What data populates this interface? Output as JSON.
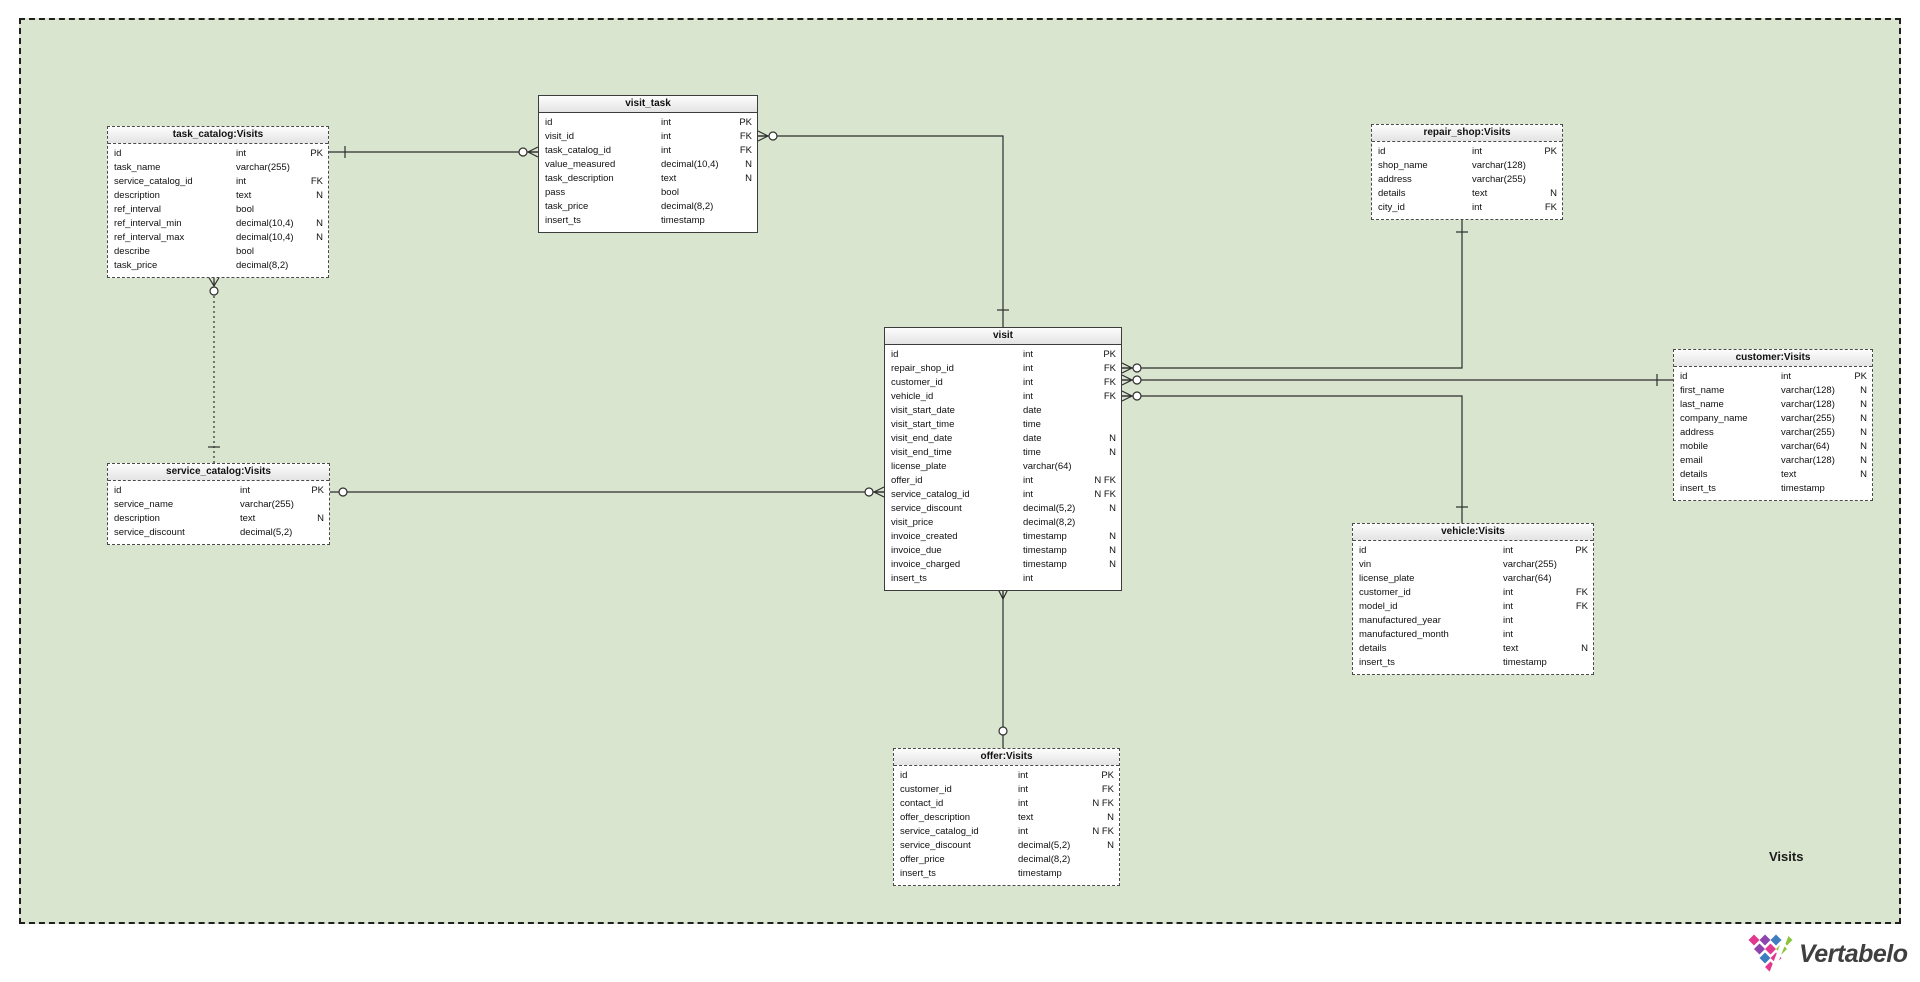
{
  "diagram": {
    "area_label": "Visits",
    "brand": "Vertabelo",
    "colors": {
      "canvas": "#d9e5ce",
      "table_bg": "#ffffff",
      "table_header_bg": "#ebebeb",
      "line": "#2e2e2e",
      "logo_pink": "#e0398e",
      "logo_purple": "#8e44ad",
      "logo_blue": "#3e7dc0",
      "logo_green": "#8bc53f"
    }
  },
  "tables": [
    {
      "id": "task_catalog",
      "title": "task_catalog:Visits",
      "border": "dashed",
      "columns": [
        {
          "name": "id",
          "type": "int",
          "flags": "PK"
        },
        {
          "name": "task_name",
          "type": "varchar(255)",
          "flags": ""
        },
        {
          "name": "service_catalog_id",
          "type": "int",
          "flags": "FK"
        },
        {
          "name": "description",
          "type": "text",
          "flags": "N"
        },
        {
          "name": "ref_interval",
          "type": "bool",
          "flags": ""
        },
        {
          "name": "ref_interval_min",
          "type": "decimal(10,4)",
          "flags": "N"
        },
        {
          "name": "ref_interval_max",
          "type": "decimal(10,4)",
          "flags": "N"
        },
        {
          "name": "describe",
          "type": "bool",
          "flags": ""
        },
        {
          "name": "task_price",
          "type": "decimal(8,2)",
          "flags": ""
        }
      ]
    },
    {
      "id": "visit_task",
      "title": "visit_task",
      "border": "solid",
      "columns": [
        {
          "name": "id",
          "type": "int",
          "flags": "PK"
        },
        {
          "name": "visit_id",
          "type": "int",
          "flags": "FK"
        },
        {
          "name": "task_catalog_id",
          "type": "int",
          "flags": "FK"
        },
        {
          "name": "value_measured",
          "type": "decimal(10,4)",
          "flags": "N"
        },
        {
          "name": "task_description",
          "type": "text",
          "flags": "N"
        },
        {
          "name": "pass",
          "type": "bool",
          "flags": ""
        },
        {
          "name": "task_price",
          "type": "decimal(8,2)",
          "flags": ""
        },
        {
          "name": "insert_ts",
          "type": "timestamp",
          "flags": ""
        }
      ]
    },
    {
      "id": "repair_shop",
      "title": "repair_shop:Visits",
      "border": "dashed",
      "columns": [
        {
          "name": "id",
          "type": "int",
          "flags": "PK"
        },
        {
          "name": "shop_name",
          "type": "varchar(128)",
          "flags": ""
        },
        {
          "name": "address",
          "type": "varchar(255)",
          "flags": ""
        },
        {
          "name": "details",
          "type": "text",
          "flags": "N"
        },
        {
          "name": "city_id",
          "type": "int",
          "flags": "FK"
        }
      ]
    },
    {
      "id": "visit",
      "title": "visit",
      "border": "solid",
      "columns": [
        {
          "name": "id",
          "type": "int",
          "flags": "PK"
        },
        {
          "name": "repair_shop_id",
          "type": "int",
          "flags": "FK"
        },
        {
          "name": "customer_id",
          "type": "int",
          "flags": "FK"
        },
        {
          "name": "vehicle_id",
          "type": "int",
          "flags": "FK"
        },
        {
          "name": "visit_start_date",
          "type": "date",
          "flags": ""
        },
        {
          "name": "visit_start_time",
          "type": "time",
          "flags": ""
        },
        {
          "name": "visit_end_date",
          "type": "date",
          "flags": "N"
        },
        {
          "name": "visit_end_time",
          "type": "time",
          "flags": "N"
        },
        {
          "name": "license_plate",
          "type": "varchar(64)",
          "flags": ""
        },
        {
          "name": "offer_id",
          "type": "int",
          "flags": "N FK"
        },
        {
          "name": "service_catalog_id",
          "type": "int",
          "flags": "N FK"
        },
        {
          "name": "service_discount",
          "type": "decimal(5,2)",
          "flags": "N"
        },
        {
          "name": "visit_price",
          "type": "decimal(8,2)",
          "flags": ""
        },
        {
          "name": "invoice_created",
          "type": "timestamp",
          "flags": "N"
        },
        {
          "name": "invoice_due",
          "type": "timestamp",
          "flags": "N"
        },
        {
          "name": "invoice_charged",
          "type": "timestamp",
          "flags": "N"
        },
        {
          "name": "insert_ts",
          "type": "int",
          "flags": ""
        }
      ]
    },
    {
      "id": "customer",
      "title": "customer:Visits",
      "border": "dashed",
      "columns": [
        {
          "name": "id",
          "type": "int",
          "flags": "PK"
        },
        {
          "name": "first_name",
          "type": "varchar(128)",
          "flags": "N"
        },
        {
          "name": "last_name",
          "type": "varchar(128)",
          "flags": "N"
        },
        {
          "name": "company_name",
          "type": "varchar(255)",
          "flags": "N"
        },
        {
          "name": "address",
          "type": "varchar(255)",
          "flags": "N"
        },
        {
          "name": "mobile",
          "type": "varchar(64)",
          "flags": "N"
        },
        {
          "name": "email",
          "type": "varchar(128)",
          "flags": "N"
        },
        {
          "name": "details",
          "type": "text",
          "flags": "N"
        },
        {
          "name": "insert_ts",
          "type": "timestamp",
          "flags": ""
        }
      ]
    },
    {
      "id": "service_catalog",
      "title": "service_catalog:Visits",
      "border": "dashed",
      "columns": [
        {
          "name": "id",
          "type": "int",
          "flags": "PK"
        },
        {
          "name": "service_name",
          "type": "varchar(255)",
          "flags": ""
        },
        {
          "name": "description",
          "type": "text",
          "flags": "N"
        },
        {
          "name": "service_discount",
          "type": "decimal(5,2)",
          "flags": ""
        }
      ]
    },
    {
      "id": "vehicle",
      "title": "vehicle:Visits",
      "border": "dashed",
      "columns": [
        {
          "name": "id",
          "type": "int",
          "flags": "PK"
        },
        {
          "name": "vin",
          "type": "varchar(255)",
          "flags": ""
        },
        {
          "name": "license_plate",
          "type": "varchar(64)",
          "flags": ""
        },
        {
          "name": "customer_id",
          "type": "int",
          "flags": "FK"
        },
        {
          "name": "model_id",
          "type": "int",
          "flags": "FK"
        },
        {
          "name": "manufactured_year",
          "type": "int",
          "flags": ""
        },
        {
          "name": "manufactured_month",
          "type": "int",
          "flags": ""
        },
        {
          "name": "details",
          "type": "text",
          "flags": "N"
        },
        {
          "name": "insert_ts",
          "type": "timestamp",
          "flags": ""
        }
      ]
    },
    {
      "id": "offer",
      "title": "offer:Visits",
      "border": "dashed",
      "columns": [
        {
          "name": "id",
          "type": "int",
          "flags": "PK"
        },
        {
          "name": "customer_id",
          "type": "int",
          "flags": "FK"
        },
        {
          "name": "contact_id",
          "type": "int",
          "flags": "N FK"
        },
        {
          "name": "offer_description",
          "type": "text",
          "flags": "N"
        },
        {
          "name": "service_catalog_id",
          "type": "int",
          "flags": "N FK"
        },
        {
          "name": "service_discount",
          "type": "decimal(5,2)",
          "flags": "N"
        },
        {
          "name": "offer_price",
          "type": "decimal(8,2)",
          "flags": ""
        },
        {
          "name": "insert_ts",
          "type": "timestamp",
          "flags": ""
        }
      ]
    }
  ],
  "relationships": [
    {
      "from": "task_catalog:Visits",
      "to": "visit_task",
      "from_card": "one",
      "to_card": "zero-or-many",
      "style": "solid"
    },
    {
      "from": "visit",
      "to": "visit_task",
      "from_card": "one",
      "to_card": "zero-or-many",
      "style": "solid"
    },
    {
      "from": "service_catalog:Visits",
      "to": "task_catalog:Visits",
      "from_card": "one",
      "to_card": "zero-or-many",
      "style": "dotted"
    },
    {
      "from": "service_catalog:Visits",
      "to": "visit",
      "from_card": "one-optional",
      "to_card": "zero-or-many",
      "style": "solid"
    },
    {
      "from": "repair_shop:Visits",
      "to": "visit",
      "from_card": "one",
      "to_card": "zero-or-many",
      "style": "solid"
    },
    {
      "from": "customer:Visits",
      "to": "visit",
      "from_card": "one",
      "to_card": "zero-or-many",
      "style": "solid"
    },
    {
      "from": "vehicle:Visits",
      "to": "visit",
      "from_card": "one",
      "to_card": "zero-or-many",
      "style": "solid"
    },
    {
      "from": "offer:Visits",
      "to": "visit",
      "from_card": "zero-or-one",
      "to_card": "many",
      "style": "solid"
    }
  ]
}
